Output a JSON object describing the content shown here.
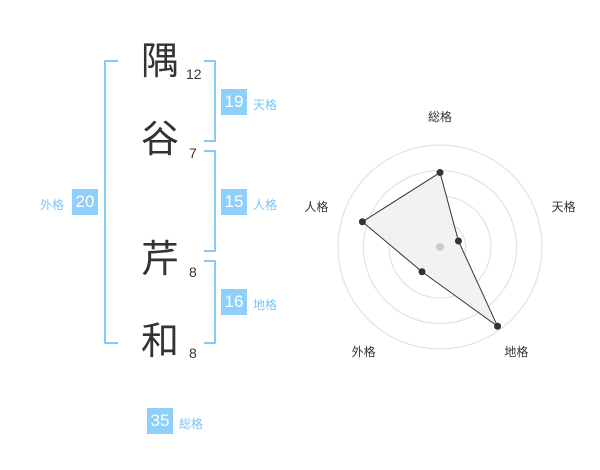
{
  "name": {
    "chars": [
      {
        "char": "隅",
        "strokes": "12"
      },
      {
        "char": "谷",
        "strokes": "7"
      },
      {
        "char": "芹",
        "strokes": "8"
      },
      {
        "char": "和",
        "strokes": "8"
      }
    ]
  },
  "fortunes": {
    "tenkaku": {
      "value": "19",
      "label": "天格"
    },
    "jinkaku": {
      "value": "15",
      "label": "人格"
    },
    "chikaku": {
      "value": "16",
      "label": "地格"
    },
    "gaikaku": {
      "value": "20",
      "label": "外格"
    },
    "soukaku": {
      "value": "35",
      "label": "総格"
    }
  },
  "chart_data": {
    "type": "radar",
    "axes": [
      "総格",
      "天格",
      "地格",
      "外格",
      "人格"
    ],
    "values": [
      0.73,
      0.19,
      0.96,
      0.3,
      0.8
    ],
    "rings": 4,
    "colors": {
      "fill": "#f0f0f0",
      "line": "#333333",
      "grid": "#dddddd",
      "center": "#cccccc"
    }
  }
}
